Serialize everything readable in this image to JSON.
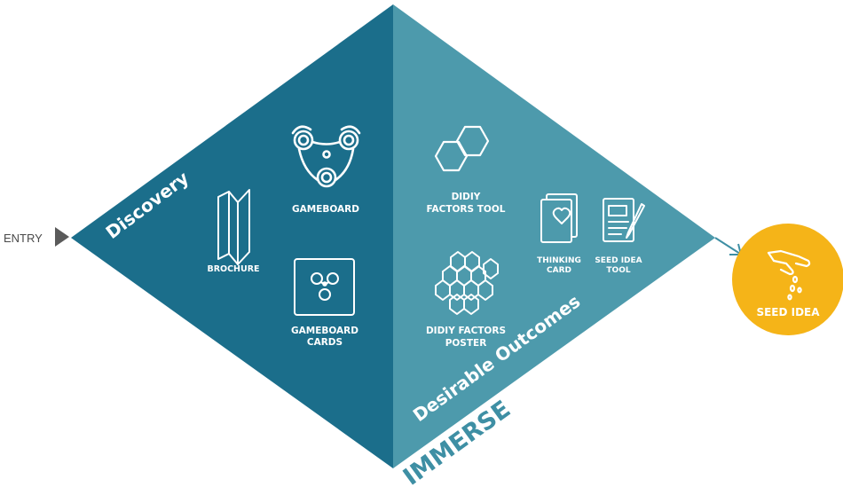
{
  "entry_label": "ENTRY",
  "phases": {
    "discovery": "Discovery",
    "desirable_outcomes": "Desirable Outcomes",
    "immerse": "IMMERSE"
  },
  "tools": {
    "gameboard": "GAMEBOARD",
    "brochure": "BROCHURE",
    "gameboard_cards": [
      "GAMEBOARD",
      "CARDS"
    ],
    "didiy_factors_tool": [
      "DIDIY",
      "FACTORS TOOL"
    ],
    "thinking_card": [
      "THINKING",
      "CARD"
    ],
    "seed_idea_tool": [
      "SEED IDEA",
      "TOOL"
    ],
    "didiy_factors_poster": [
      "DIDIY FACTORS",
      "POSTER"
    ]
  },
  "output": {
    "label": "SEED IDEA"
  },
  "colors": {
    "left_half": "#1B6E8B",
    "right_half": "#4D9AAC",
    "seed_circle": "#F5B418",
    "entry_arrow": "#5A5A5A",
    "immerse_text": "#3E8FA4"
  },
  "icons": {
    "gameboard": "triskelion-spiral-icon",
    "brochure": "folded-brochure-icon",
    "gameboard_cards": "card-spiral-icon",
    "didiy_factors_tool": "double-hexagon-icon",
    "thinking_card": "heart-card-icon",
    "seed_idea_tool": "pen-notepad-icon",
    "didiy_factors_poster": "hexagon-cluster-icon",
    "seed_idea": "hand-sowing-seeds-icon"
  }
}
